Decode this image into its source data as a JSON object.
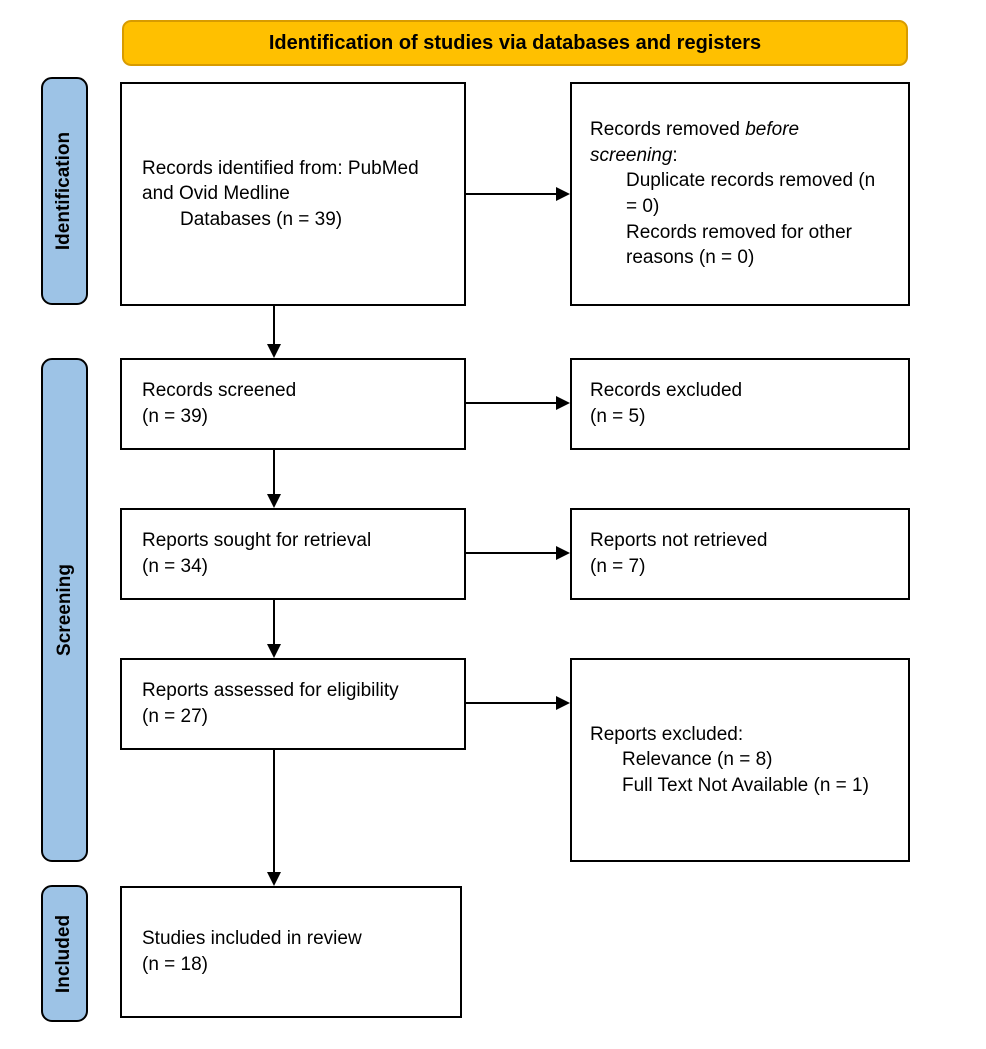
{
  "header": {
    "title": "Identification of studies via databases and registers"
  },
  "stages": {
    "identification": "Identification",
    "screening": "Screening",
    "included": "Included"
  },
  "boxes": {
    "records_identified": {
      "line1": "Records identified from: PubMed and Ovid Medline",
      "line2_indented": "Databases (n = 39)"
    },
    "records_removed": {
      "intro_prefix": "Records removed ",
      "intro_italic_line1": "before",
      "intro_italic_line2": "screening",
      "intro_suffix": ":",
      "item1": "Duplicate records removed (n = 0)",
      "item2": "Records removed for other reasons (n = 0)"
    },
    "records_screened": {
      "line1": "Records screened",
      "line2": "(n = 39)"
    },
    "records_excluded": {
      "line1": "Records excluded",
      "line2": "(n = 5)"
    },
    "reports_sought": {
      "line1": "Reports sought for retrieval",
      "line2": "(n = 34)"
    },
    "reports_not_retrieved": {
      "line1": "Reports not retrieved",
      "line2": "(n = 7)"
    },
    "reports_assessed": {
      "line1": "Reports assessed for eligibility",
      "line2": "(n = 27)"
    },
    "reports_excluded": {
      "intro": "Reports excluded:",
      "item1": "Relevance (n = 8)",
      "item2": "Full Text Not Available (n = 1)"
    },
    "studies_included": {
      "line1": "Studies included in review",
      "line2": "(n = 18)"
    }
  },
  "colors": {
    "header_fill": "#FFC000",
    "header_border": "#D89B00",
    "stage_fill": "#9DC3E6",
    "box_border": "#000000"
  }
}
